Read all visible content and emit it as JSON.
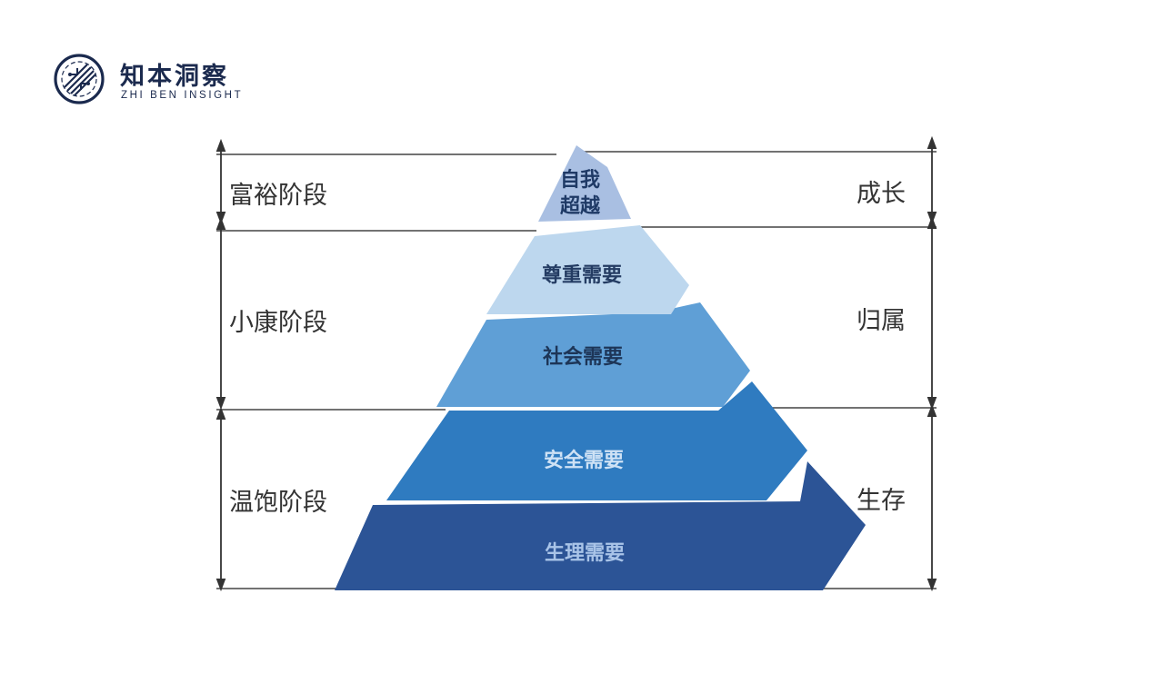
{
  "brand": {
    "name_cn": "知本洞察",
    "name_en": "ZHI BEN INSIGHT"
  },
  "diagram": {
    "levels": [
      {
        "line1": "自我",
        "line2": "超越",
        "color": "#a9bfe2",
        "text_color": "#1f3a66"
      },
      {
        "label": "尊重需要",
        "color": "#bdd7ee",
        "text_color": "#243c63"
      },
      {
        "label": "社会需要",
        "color": "#5f9fd6",
        "text_color": "#1d3557"
      },
      {
        "label": "安全需要",
        "color": "#2f7bc0",
        "text_color": "#cfe2f5"
      },
      {
        "label": "生理需要",
        "color": "#2c5496",
        "text_color": "#a9c4e8"
      }
    ],
    "stages_left": [
      "富裕阶段",
      "小康阶段",
      "温饱阶段"
    ],
    "stages_right": [
      "成长",
      "归属",
      "生存"
    ]
  }
}
